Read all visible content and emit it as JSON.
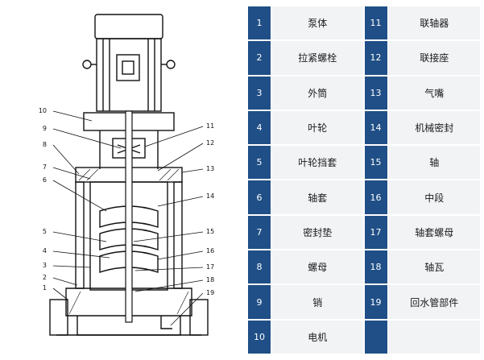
{
  "diagram": {
    "callouts": [
      "1",
      "2",
      "3",
      "4",
      "5",
      "6",
      "7",
      "8",
      "9",
      "10",
      "11",
      "12",
      "13",
      "14",
      "15",
      "16",
      "17",
      "18",
      "19"
    ]
  },
  "parts": [
    {
      "num": "1",
      "name": "泵体"
    },
    {
      "num": "2",
      "name": "拉紧螺栓"
    },
    {
      "num": "3",
      "name": "外筒"
    },
    {
      "num": "4",
      "name": "叶轮"
    },
    {
      "num": "5",
      "name": "叶轮挡套"
    },
    {
      "num": "6",
      "name": "轴套"
    },
    {
      "num": "7",
      "name": "密封垫"
    },
    {
      "num": "8",
      "name": "螺母"
    },
    {
      "num": "9",
      "name": "销"
    },
    {
      "num": "10",
      "name": "电机"
    },
    {
      "num": "11",
      "name": "联轴器"
    },
    {
      "num": "12",
      "name": "联接座"
    },
    {
      "num": "13",
      "name": "气嘴"
    },
    {
      "num": "14",
      "name": "机械密封"
    },
    {
      "num": "15",
      "name": "轴"
    },
    {
      "num": "16",
      "name": "中段"
    },
    {
      "num": "17",
      "name": "轴套螺母"
    },
    {
      "num": "18",
      "name": "轴瓦"
    },
    {
      "num": "19",
      "name": "回水管部件"
    }
  ]
}
